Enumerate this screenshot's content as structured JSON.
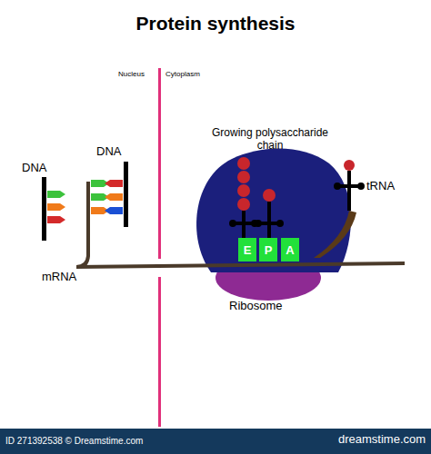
{
  "diagram": {
    "title": "Protein synthesis",
    "nodes": [
      {
        "text": [
          "E"
        ]
      },
      {
        "text": [
          "P"
        ]
      },
      {
        "text": [
          "A"
        ]
      }
    ],
    "labels": [
      "Nucleus",
      "Cytoplasm",
      "Growing polysaccharide chain",
      "tRNA",
      "DNA",
      "DNA",
      "mRNA",
      "Ribosome",
      "ID 271392538 © Dreamstime.com",
      "dreamstime.com"
    ]
  }
}
